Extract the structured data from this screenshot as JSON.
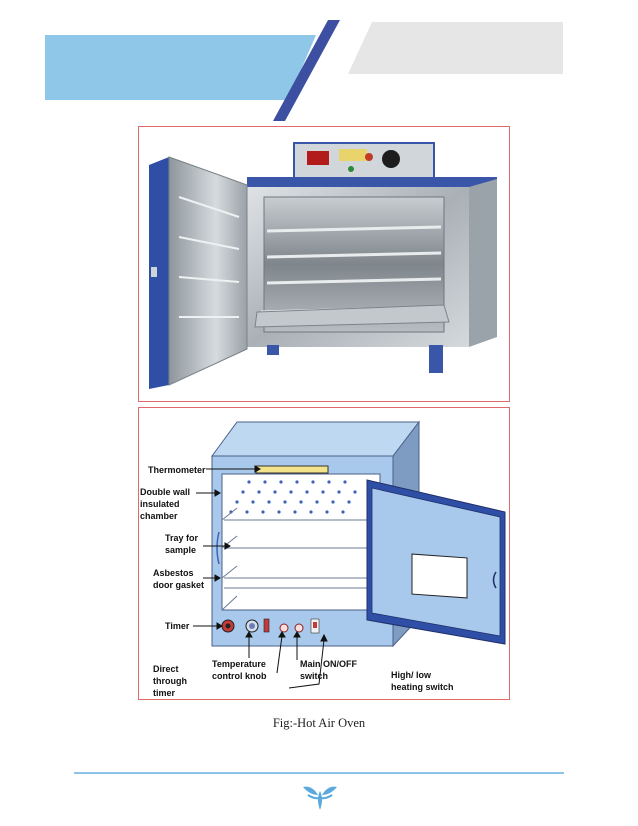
{
  "labels": {
    "thermometer": "Thermometer",
    "double_wall_1": "Double wall",
    "double_wall_2": "insulated",
    "double_wall_3": "chamber",
    "tray_1": "Tray for",
    "tray_2": "sample",
    "asbestos_1": "Asbestos",
    "asbestos_2": "door gasket",
    "timer": "Timer",
    "temp_knob_1": "Temperature",
    "temp_knob_2": "control knob",
    "main_switch_1": "Main ON/OFF",
    "main_switch_2": "switch",
    "direct_1": "Direct",
    "direct_2": "through",
    "direct_3": "timer",
    "heating_1": "High/ low",
    "heating_2": "heating switch"
  },
  "caption": "Fig:-Hot Air Oven",
  "colors": {
    "banner_blue": "#8ec7e8",
    "banner_stripe": "#3d4fa0",
    "banner_gray": "#e6e6e6",
    "frame_border": "#e06a6a",
    "oven_body": "#a8c9ec",
    "oven_side": "#7e9cc2",
    "footer_line": "#8cc3e6",
    "logo_blue": "#5aa9dd"
  },
  "icons": {
    "footer_logo": "leaf-logo-icon",
    "photo": "hot-air-oven-photo"
  }
}
